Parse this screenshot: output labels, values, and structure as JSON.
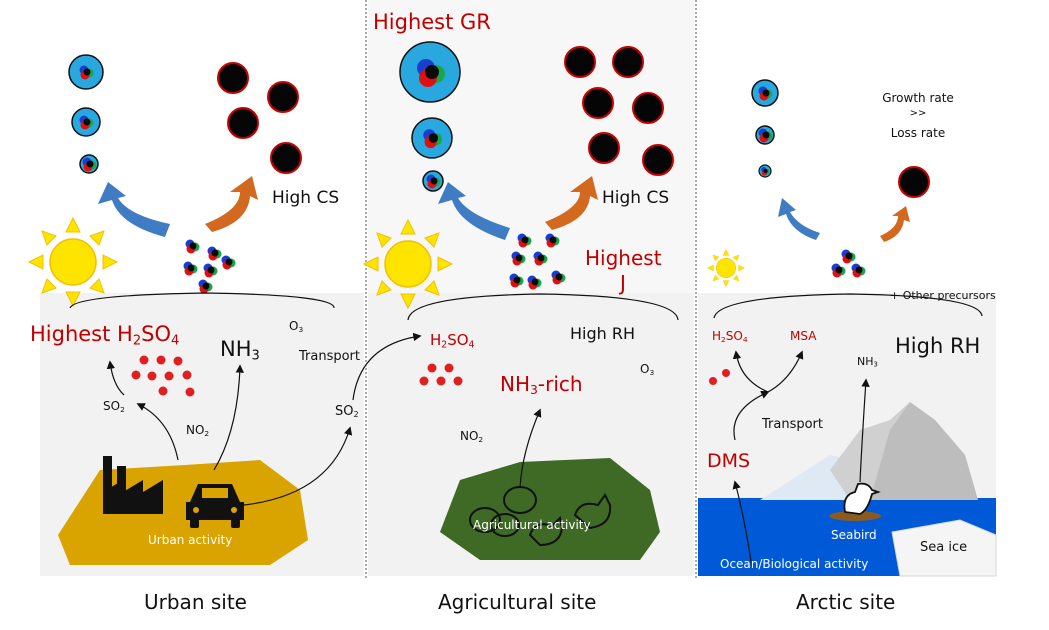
{
  "colors": {
    "ground_gray": "#f2f2f2",
    "urban_gold": "#d9a300",
    "agri_green": "#3e6a25",
    "ocean_blue": "#0059d6",
    "arrow_blue": "#3f7cc4",
    "arrow_orange": "#d2691e",
    "highlight_red": "#c00000",
    "particle_shell": "#29a8e0"
  },
  "panels": {
    "urban": {
      "site_label": "Urban site",
      "highest_prefix": "Highest H",
      "h2so4_sub1": "2",
      "h2so4_mid": "SO",
      "h2so4_sub2": "4",
      "nh3_main": "NH",
      "nh3_sub": "3",
      "o3_main": "O",
      "o3_sub": "3",
      "so2_main": "SO",
      "so2_sub": "2",
      "no2_main": "NO",
      "no2_sub": "2",
      "high_cs": "High CS",
      "activity": "Urban activity",
      "icons": [
        "factory-icon",
        "car-icon",
        "sun-icon"
      ]
    },
    "transport_mid": {
      "transport_label": "Transport",
      "so2_main": "SO",
      "so2_sub": "2"
    },
    "agricultural": {
      "site_label": "Agricultural site",
      "highest_gr": "Highest GR",
      "h2so4_h": "H",
      "h2so4_sub1": "2",
      "h2so4_mid": "SO",
      "h2so4_sub2": "4",
      "high_rh": "High RH",
      "nh3_main": "NH",
      "nh3_sub": "3",
      "nh3_suffix": "-rich",
      "o3_main": "O",
      "o3_sub": "3",
      "no2_main": "NO",
      "no2_sub": "2",
      "high_cs": "High CS",
      "highest_j_1": "Highest",
      "highest_j_2": "J",
      "activity": "Agricultural activity",
      "icons": [
        "pig-icon",
        "chicken-icon",
        "sun-icon"
      ]
    },
    "arctic": {
      "site_label": "Arctic site",
      "growth_rate_1": "Growth rate",
      "growth_rate_2": ">>",
      "growth_rate_3": "Loss rate",
      "other_precursors": "+ Other precursors",
      "h2so4_h": "H",
      "h2so4_sub1": "2",
      "h2so4_mid": "SO",
      "h2so4_sub2": "4",
      "msa": "MSA",
      "nh3_main": "NH",
      "nh3_sub": "3",
      "high_rh": "High RH",
      "transport_label": "Transport",
      "dms": "DMS",
      "seabird": "Seabird",
      "sea_ice": "Sea ice",
      "activity": "Ocean/Biological activity",
      "icons": [
        "iceberg-icon",
        "seabird-icon",
        "sun-icon"
      ]
    }
  }
}
